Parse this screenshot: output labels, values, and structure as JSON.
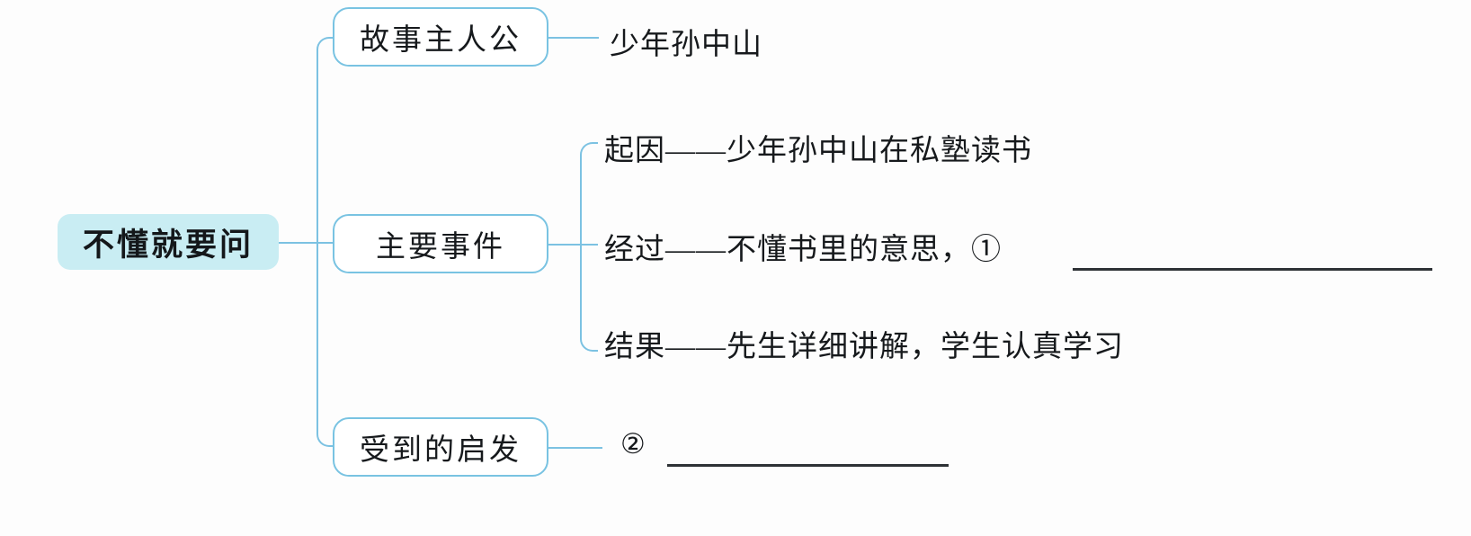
{
  "diagram": {
    "type": "mind-map",
    "title": "不懂就要问",
    "colors": {
      "root_fill": "#c9edf3",
      "connector": "#7cc2e2",
      "box_border": "#79c3e2",
      "text": "#16191c",
      "blank_line": "#2e3236"
    },
    "root": {
      "label": "不懂就要问"
    },
    "branches": [
      {
        "label": "故事主人公",
        "leaves": [
          {
            "text": "少年孙中山",
            "has_blank": false
          }
        ]
      },
      {
        "label": "主要事件",
        "leaves": [
          {
            "text": "起因——少年孙中山在私塾读书",
            "has_blank": false
          },
          {
            "text": "经过——不懂书里的意思，①",
            "has_blank": true
          },
          {
            "text": "结果——先生详细讲解，学生认真学习",
            "has_blank": false
          }
        ]
      },
      {
        "label": "受到的启发",
        "leaves": [
          {
            "text": "②",
            "has_blank": true
          }
        ]
      }
    ],
    "blanks": [
      {
        "marker": "①",
        "answer": ""
      },
      {
        "marker": "②",
        "answer": ""
      }
    ]
  }
}
